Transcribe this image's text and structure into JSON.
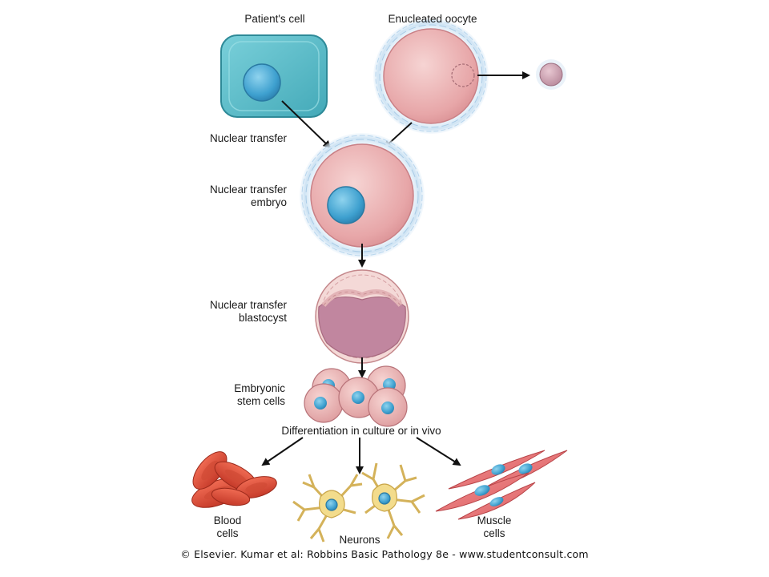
{
  "labels": {
    "patient_cell": "Patient's cell",
    "enucleated_oocyte": "Enucleated oocyte",
    "nuclear_transfer": "Nuclear transfer",
    "nt_embryo": [
      "Nuclear transfer",
      "embryo"
    ],
    "nt_blastocyst": [
      "Nuclear transfer",
      "blastocyst"
    ],
    "es_cells": [
      "Embryonic",
      "stem cells"
    ],
    "differentiation": "Differentiation in culture or in vivo",
    "blood_cells": [
      "Blood",
      "cells"
    ],
    "neurons": "Neurons",
    "muscle_cells": [
      "Muscle",
      "cells"
    ]
  },
  "credit": "© Elsevier. Kumar et al: Robbins Basic Pathology 8e - www.studentconsult.com",
  "colors": {
    "patient_cell": "#5fbfcc",
    "nucleus": "#4aa6d2",
    "oocyte": "#e7a9ab",
    "zona": "#dcebf7",
    "blood": "#e0533e",
    "neuron": "#f3dc8c",
    "muscle": "#e97172",
    "arrow": "#111111"
  }
}
